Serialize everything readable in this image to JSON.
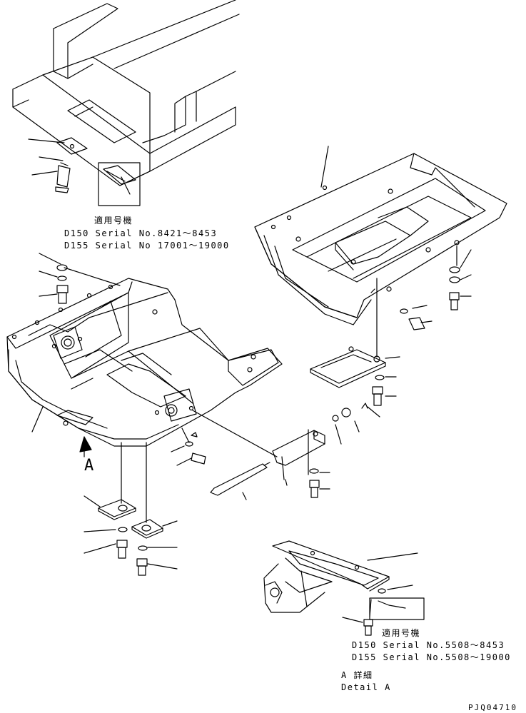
{
  "notes": {
    "upper_left": {
      "heading": "適用号機",
      "line1": "D150 Serial No.8421～8453",
      "line2": "D155 Serial No 17001～19000"
    },
    "lower_right": {
      "heading": "適用号機",
      "line1": "D150 Serial No.5508～8453",
      "line2": "D155 Serial No.5508～19000"
    },
    "detail": {
      "line1": "A 詳細",
      "line2": "Detail A"
    },
    "view_marker": "A",
    "drawing_id": "PJQ04710"
  }
}
